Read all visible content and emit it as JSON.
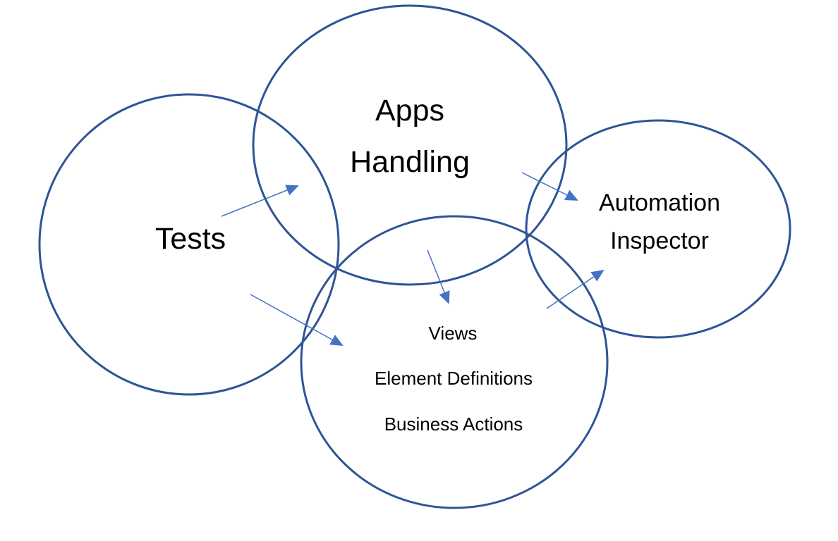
{
  "colors": {
    "circle_stroke": "#2F5496",
    "arrow": "#4472C4",
    "label_text": "#000000",
    "background": "#FFFFFF"
  },
  "circles": {
    "tests": {
      "label": "Tests"
    },
    "apps_handling": {
      "line1": "Apps",
      "line2": "Handling"
    },
    "automation_inspector": {
      "line1": "Automation",
      "line2": "Inspector"
    },
    "framework": {
      "line1": "Views",
      "line2": "Element Definitions",
      "line3": "Business Actions"
    }
  },
  "arrows": [
    {
      "from": "Tests",
      "to": "Apps Handling"
    },
    {
      "from": "Apps Handling",
      "to": "Automation Inspector"
    },
    {
      "from": "Apps Handling",
      "to": "Views"
    },
    {
      "from": "Tests",
      "to": "Framework layers"
    },
    {
      "from": "Framework layers",
      "to": "Automation Inspector"
    }
  ]
}
